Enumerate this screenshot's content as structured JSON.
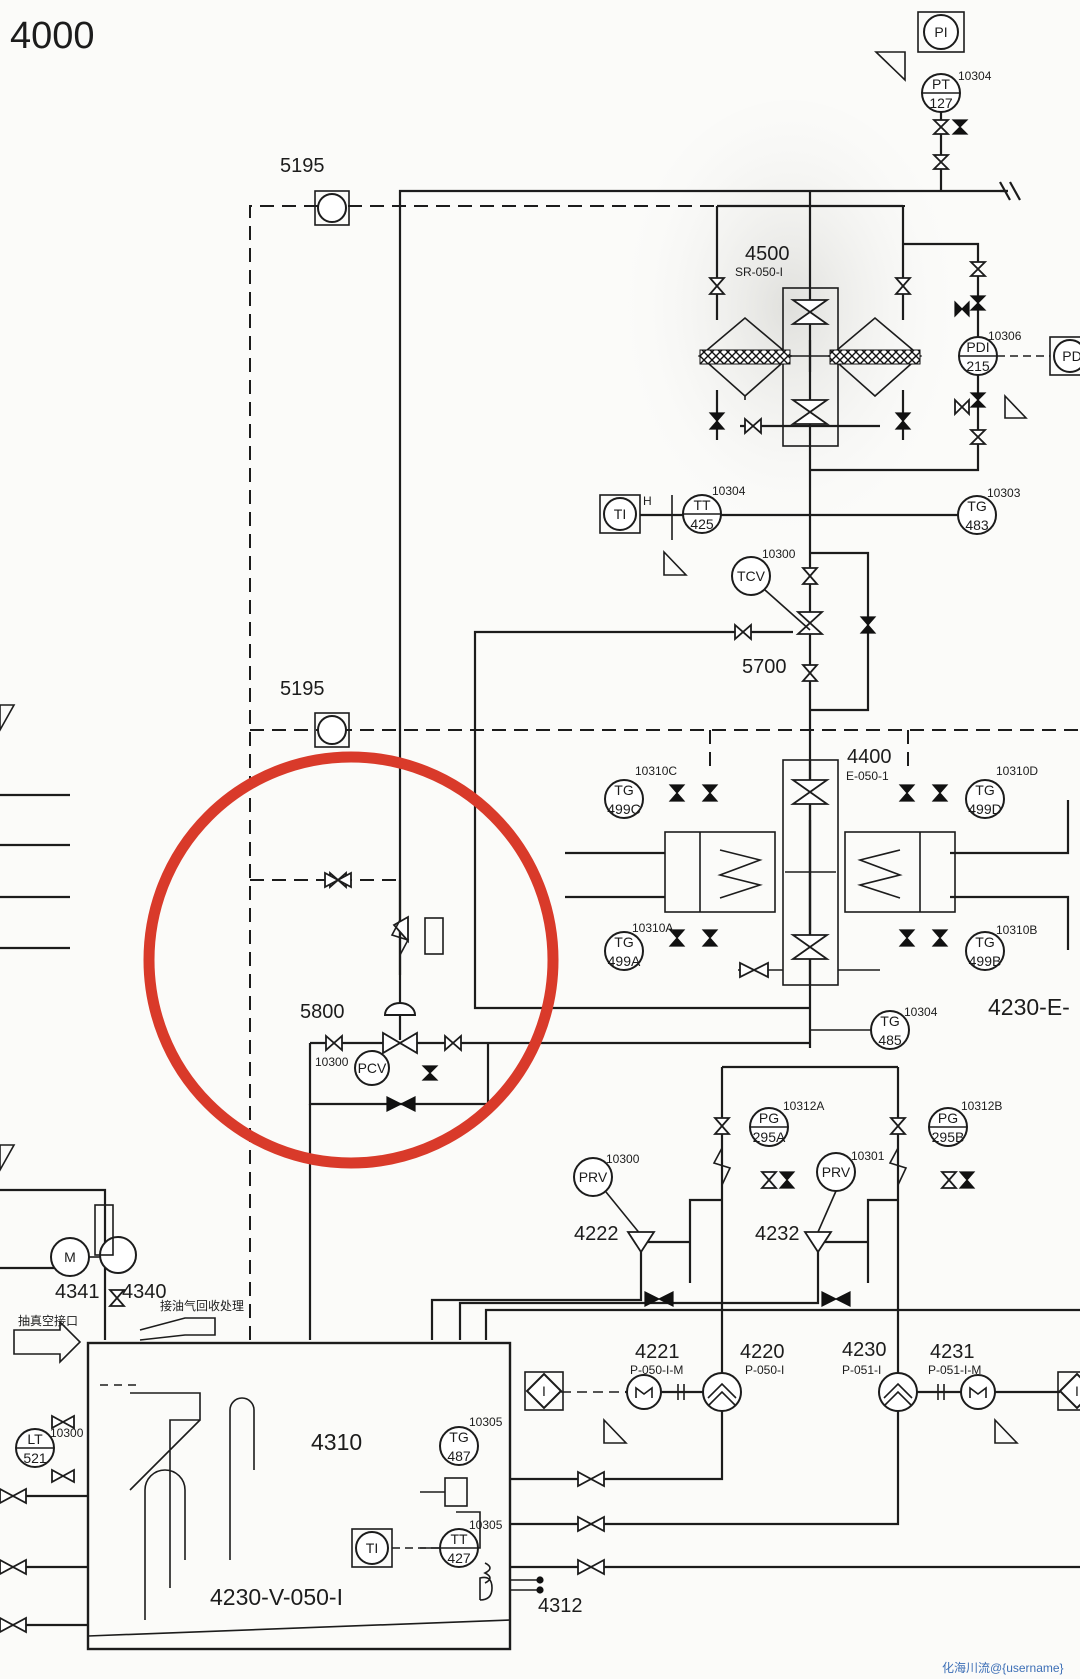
{
  "sheet": {
    "number": "4000"
  },
  "equipment": {
    "vessel": {
      "tag": "4310",
      "name": "4230-V-050-I"
    },
    "strainer": {
      "tag": "4500",
      "name": "SR-050-I"
    },
    "exchanger": {
      "tag": "4400",
      "name": "E-050-1"
    },
    "exchanger_cont": "4230-E-",
    "temp_valve": "5700",
    "pressure_valve": "5800",
    "tie_in_a": "5195",
    "tie_in_b": "5195",
    "pump_a": {
      "tag": "4220",
      "name": "P-050-I"
    },
    "motor_a": {
      "tag": "4221",
      "name": "P-050-I-M"
    },
    "pump_b": {
      "tag": "4230",
      "name": "P-051-I"
    },
    "motor_b": {
      "tag": "4231",
      "name": "P-051-I-M"
    },
    "prv_a": "4222",
    "prv_b": "4232",
    "blower_motor": "4341",
    "blower_valve": "4340",
    "heater": "4312"
  },
  "instruments": [
    {
      "code": "PI",
      "num": ""
    },
    {
      "code": "PT",
      "num": "127",
      "loop": "10304"
    },
    {
      "code": "PDI",
      "num": "215",
      "loop": "10306"
    },
    {
      "code": "PD",
      "num": ""
    },
    {
      "code": "TI",
      "num": "",
      "note": "H"
    },
    {
      "code": "TT",
      "num": "425",
      "loop": "10304"
    },
    {
      "code": "TG",
      "num": "483",
      "loop": "10303"
    },
    {
      "code": "TCV",
      "num": "",
      "loop": "10300"
    },
    {
      "code": "TG",
      "num": "499C",
      "loop": "10310C"
    },
    {
      "code": "TG",
      "num": "499A",
      "loop": "10310A"
    },
    {
      "code": "TG",
      "num": "499D",
      "loop": "10310D"
    },
    {
      "code": "TG",
      "num": "499B",
      "loop": "10310B"
    },
    {
      "code": "PCV",
      "num": "",
      "loop": "10300"
    },
    {
      "code": "TG",
      "num": "485",
      "loop": "10304"
    },
    {
      "code": "PG",
      "num": "295A",
      "loop": "10312A"
    },
    {
      "code": "PG",
      "num": "295B",
      "loop": "10312B"
    },
    {
      "code": "PRV",
      "num": "",
      "loop": "10300"
    },
    {
      "code": "PRV",
      "num": "",
      "loop": "10301"
    },
    {
      "code": "LT",
      "num": "521",
      "loop": "10300"
    },
    {
      "code": "TG",
      "num": "487",
      "loop": "10305"
    },
    {
      "code": "TI",
      "num": ""
    },
    {
      "code": "TT",
      "num": "427",
      "loop": "10305"
    },
    {
      "code": "I",
      "num": ""
    },
    {
      "code": "I",
      "num": ""
    }
  ],
  "motor_glyph": "M",
  "blower_labels": {
    "inlet": "抽真空接口",
    "note": "接油气回收处理"
  },
  "annotation": {
    "color": "#d93a2a",
    "shape": "circle"
  },
  "watermark": "化海川流@{username}"
}
